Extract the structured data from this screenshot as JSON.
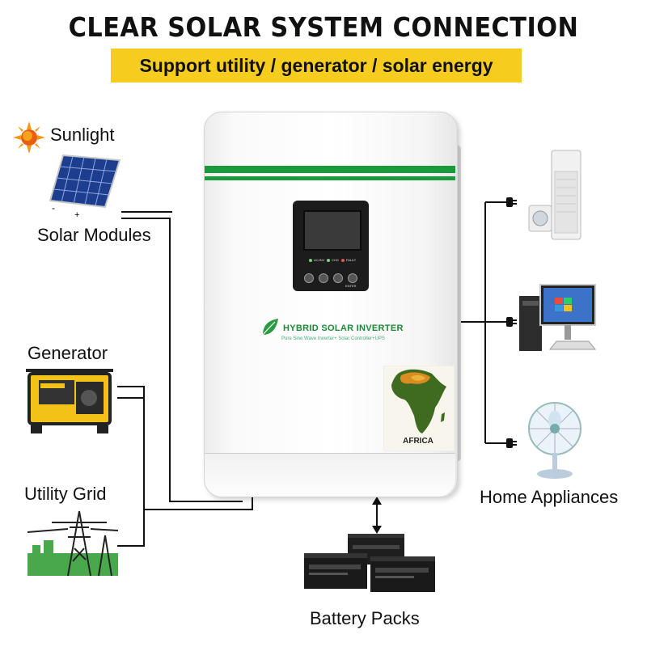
{
  "title": "CLEAR SOLAR SYSTEM CONNECTION",
  "subtitle": "Support utility / generator / solar energy",
  "sources": {
    "sunlight": "Sunlight",
    "solar_modules": "Solar Modules",
    "generator": "Generator",
    "utility_grid": "Utility Grid"
  },
  "panel_polarity": {
    "minus": "-",
    "plus": "+"
  },
  "outputs": {
    "home_appliances": "Home Appliances",
    "battery_packs": "Battery Packs"
  },
  "inverter": {
    "brand": "HYBRID SOLAR INVERTER",
    "tagline": "Pure Sine Wave Inverter+ Solar Controller+UPS",
    "badge": "AFRICA",
    "indicators": [
      "AC/INV",
      "CHG",
      "FAULT"
    ],
    "buttons": [
      "",
      "",
      "ENTER"
    ]
  },
  "colors": {
    "banner": "#f6cd1f",
    "stripe": "#1a9a3a",
    "wire": "#111111"
  }
}
